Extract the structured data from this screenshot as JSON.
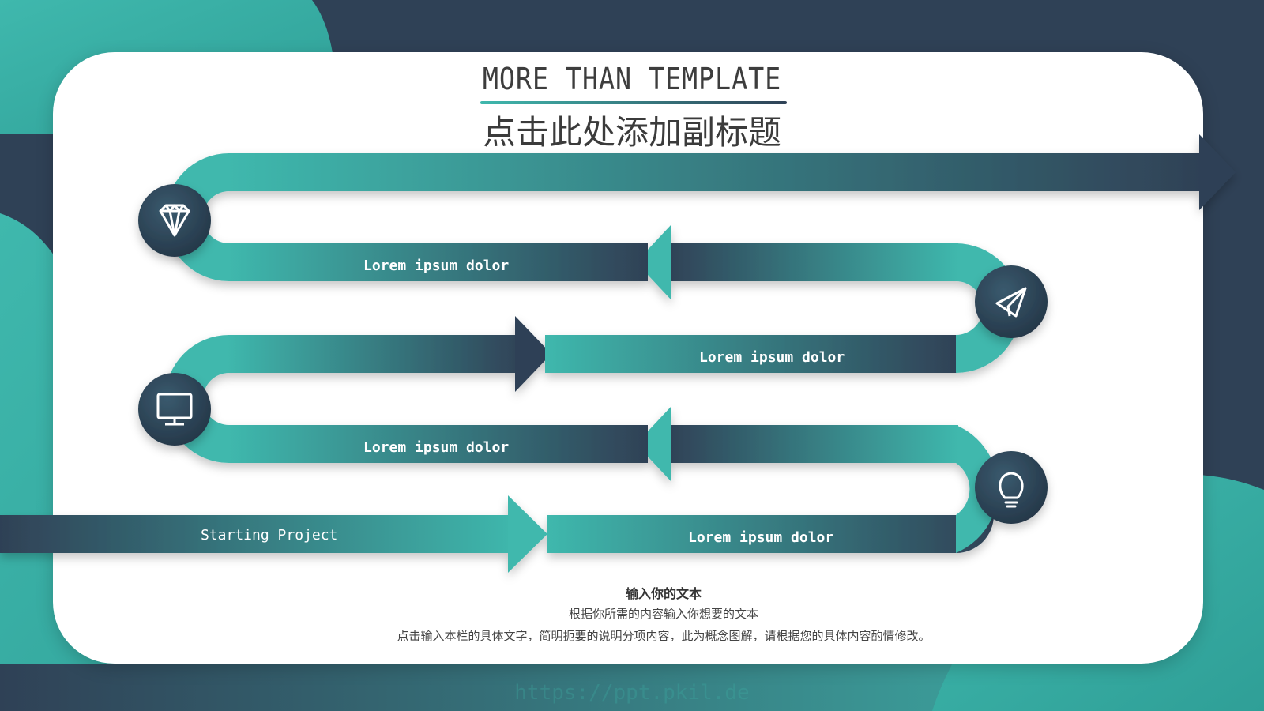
{
  "header": {
    "title": "MORE THAN TEMPLATE",
    "subtitle": "点击此处添加副标题"
  },
  "flow": {
    "start_label": "Starting Project",
    "step_labels": [
      "Lorem ipsum dolor",
      "Lorem ipsum dolor",
      "Lorem ipsum dolor",
      "Lorem ipsum dolor"
    ],
    "icons": [
      "diamond-icon",
      "paper-plane-icon",
      "monitor-icon",
      "lightbulb-icon"
    ]
  },
  "body": {
    "heading": "输入你的文本",
    "line1": "根据你所需的内容输入你想要的文本",
    "line2": "点击输入本栏的具体文字，简明扼要的说明分项内容，此为概念图解，请根据您的具体内容酌情修改。"
  },
  "watermark": "https://ppt.pkil.de",
  "colors": {
    "background": "#2f4156",
    "teal": "#3fb8ad",
    "dark": "#2f4156",
    "card": "#ffffff"
  }
}
